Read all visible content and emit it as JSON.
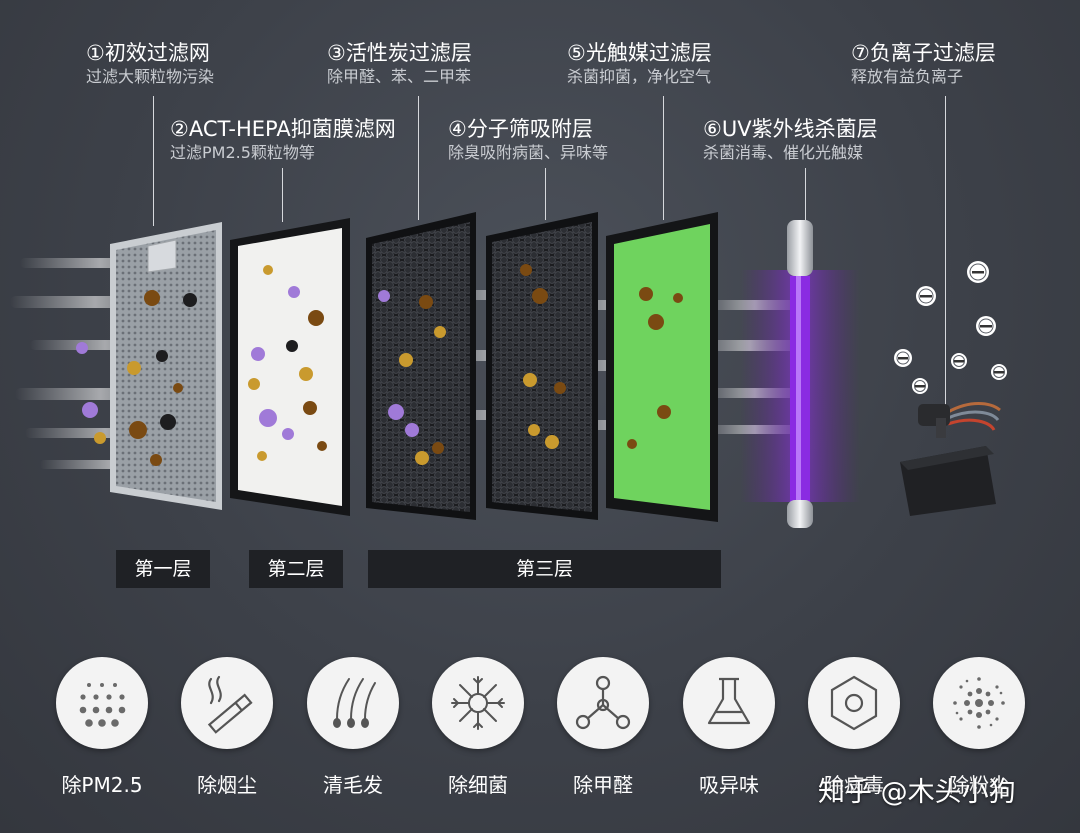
{
  "layers": [
    {
      "num": "①",
      "title": "初效过滤网",
      "desc": "过滤大颗粒物污染"
    },
    {
      "num": "②",
      "title": "ACT-HEPA抑菌膜滤网",
      "desc": "过滤PM2.5颗粒物等"
    },
    {
      "num": "③",
      "title": "活性炭过滤层",
      "desc": "除甲醛、苯、二甲苯"
    },
    {
      "num": "④",
      "title": "分子筛吸附层",
      "desc": "除臭吸附病菌、异味等"
    },
    {
      "num": "⑤",
      "title": "光触媒过滤层",
      "desc": "杀菌抑菌，净化空气"
    },
    {
      "num": "⑥",
      "title": "UV紫外线杀菌层",
      "desc": "杀菌消毒、催化光触媒"
    },
    {
      "num": "⑦",
      "title": "负离子过滤层",
      "desc": "释放有益负离子"
    }
  ],
  "stage_bars": [
    "第一层",
    "第二层",
    "第三层"
  ],
  "features": [
    {
      "label": "除PM2.5",
      "icon": "pm25-dots-icon"
    },
    {
      "label": "除烟尘",
      "icon": "cigarette-smoke-icon"
    },
    {
      "label": "清毛发",
      "icon": "hair-icon"
    },
    {
      "label": "除细菌",
      "icon": "bacteria-icon"
    },
    {
      "label": "除甲醛",
      "icon": "molecule-icon"
    },
    {
      "label": "吸异味",
      "icon": "flask-icon"
    },
    {
      "label": "除病毒",
      "icon": "hexagon-icon"
    },
    {
      "label": "除粉尘",
      "icon": "dust-icon"
    }
  ],
  "watermark": "知乎 @木头小狗",
  "colors": {
    "background": "#3d4149",
    "uv_purple": "#8a2be2",
    "photocatalyst_green": "#6fd35e",
    "particle_brown": "#7a4a12",
    "particle_gold": "#c99a2e",
    "particle_violet": "#a07ad8"
  }
}
